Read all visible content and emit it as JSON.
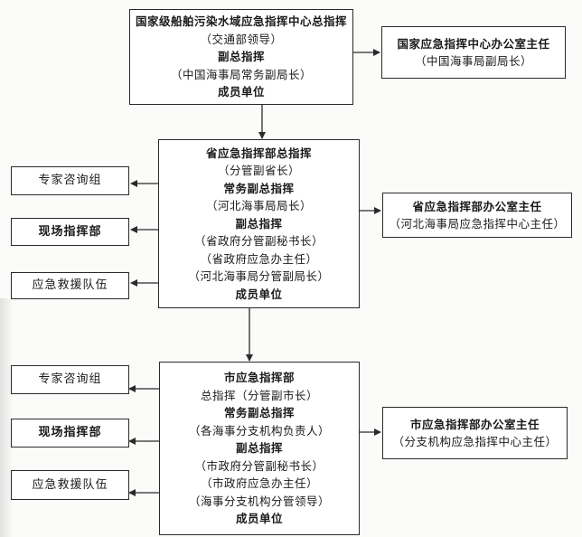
{
  "diagram": {
    "type": "organization-chart",
    "national": {
      "command_lines": [
        {
          "text": "国家级船舶污染水域应急指挥中心总指挥",
          "bold": true
        },
        {
          "text": "（交通部领导）",
          "bold": false
        },
        {
          "text": "副总指挥",
          "bold": true
        },
        {
          "text": "（中国海事局常务副局长）",
          "bold": false
        },
        {
          "text": "成员单位",
          "bold": true
        }
      ],
      "office_lines": [
        {
          "text": "国家应急指挥中心办公室主任",
          "bold": true
        },
        {
          "text": "（中国海事局副局长）",
          "bold": false
        }
      ]
    },
    "provincial": {
      "command_lines": [
        {
          "text": "省应急指挥部总指挥",
          "bold": true
        },
        {
          "text": "（分管副省长）",
          "bold": false
        },
        {
          "text": "常务副总指挥",
          "bold": true
        },
        {
          "text": "（河北海事局局长）",
          "bold": false
        },
        {
          "text": "副总指挥",
          "bold": true
        },
        {
          "text": "（省政府分管副秘书长）",
          "bold": false
        },
        {
          "text": "（省政府应急办主任）",
          "bold": false
        },
        {
          "text": "（河北海事局分管副局长）",
          "bold": false
        },
        {
          "text": "成员单位",
          "bold": true
        }
      ],
      "office_lines": [
        {
          "text": "省应急指挥部办公室主任",
          "bold": true
        },
        {
          "text": "（河北海事局应急指挥中心主任）",
          "bold": false
        }
      ],
      "side_units": [
        "专家咨询组",
        "现场指挥部",
        "应急救援队伍"
      ]
    },
    "municipal": {
      "command_lines": [
        {
          "text": "市应急指挥部",
          "bold": true
        },
        {
          "text": "总指挥（分管副市长）",
          "bold": false
        },
        {
          "text": "常务副总指挥",
          "bold": true
        },
        {
          "text": "（各海事分支机构负责人）",
          "bold": false
        },
        {
          "text": "副总指挥",
          "bold": true
        },
        {
          "text": "（市政府分管副秘书长）",
          "bold": false
        },
        {
          "text": "（市政府应急办主任）",
          "bold": false
        },
        {
          "text": "（海事分支机构分管领导）",
          "bold": false
        },
        {
          "text": "成员单位",
          "bold": true
        }
      ],
      "office_lines": [
        {
          "text": "市应急指挥部办公室主任",
          "bold": true
        },
        {
          "text": "（分支机构应急指挥中心主任）",
          "bold": false
        }
      ],
      "side_units": [
        "专家咨询组",
        "现场指挥部",
        "应急救援队伍"
      ]
    },
    "colors": {
      "line": "#2a2a2a",
      "box_fill": "#ffffff",
      "background": "#fbfbf9"
    }
  }
}
